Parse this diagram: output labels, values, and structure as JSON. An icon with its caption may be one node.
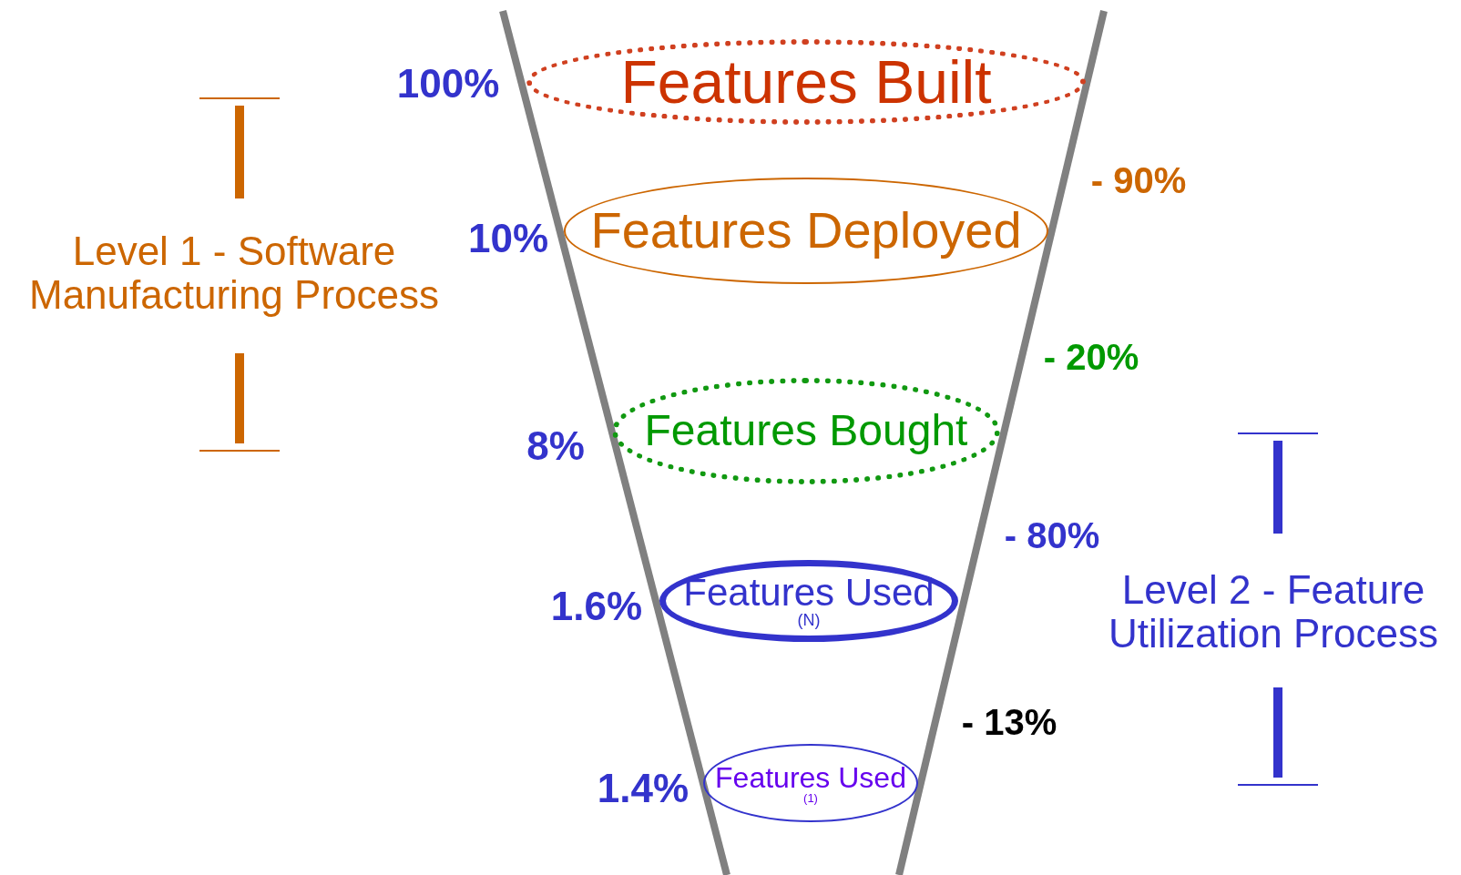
{
  "diagram": {
    "nodes": [
      {
        "text": [
          "Features Built"
        ]
      },
      {
        "text": [
          "Features Deployed"
        ]
      },
      {
        "text": [
          "Features Bought"
        ]
      },
      {
        "text": [
          "Features Used",
          "(N)"
        ]
      },
      {
        "text": [
          "Features Used",
          "(1)"
        ]
      }
    ],
    "edges": [],
    "labels": [
      "100%",
      "- 90%",
      "10%",
      "Level 1 - Software Manufacturing Process",
      "- 20%",
      "8%",
      "- 80%",
      "1.6%",
      "Level 2 - Feature Utilization Process",
      "- 13%",
      "1.4%"
    ]
  }
}
